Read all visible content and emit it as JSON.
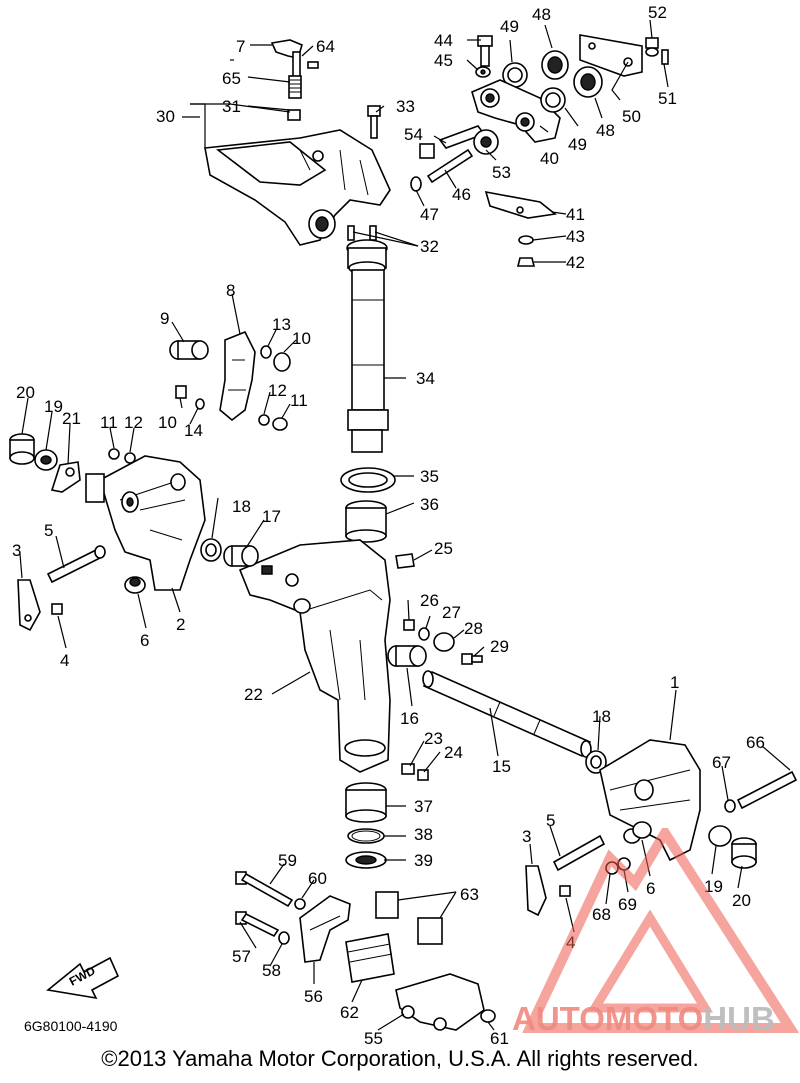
{
  "diagram": {
    "code": "6G80100-4190",
    "copyright": "©2013 Yamaha Motor Corporation, U.S.A. All rights reserved.",
    "fwd_label": "FWD",
    "watermark": {
      "part1": "AUTOMOTO",
      "part2": "HUB",
      "color": "#ee5a4f"
    },
    "callouts": [
      "1",
      "2",
      "3",
      "4",
      "5",
      "6",
      "7",
      "8",
      "9",
      "10",
      "11",
      "12",
      "13",
      "14",
      "15",
      "16",
      "17",
      "18",
      "19",
      "20",
      "21",
      "22",
      "23",
      "24",
      "25",
      "26",
      "27",
      "28",
      "29",
      "30",
      "31",
      "32",
      "33",
      "34",
      "35",
      "36",
      "37",
      "38",
      "39",
      "40",
      "41",
      "42",
      "43",
      "44",
      "45",
      "46",
      "47",
      "48",
      "49",
      "50",
      "51",
      "52",
      "53",
      "54",
      "55",
      "56",
      "57",
      "58",
      "59",
      "60",
      "61",
      "62",
      "63",
      "64",
      "65",
      "66",
      "67",
      "68",
      "69"
    ],
    "callouts_repeated": [
      "3",
      "4",
      "5",
      "6",
      "10",
      "11",
      "12",
      "18",
      "19",
      "20",
      "48",
      "49"
    ]
  }
}
